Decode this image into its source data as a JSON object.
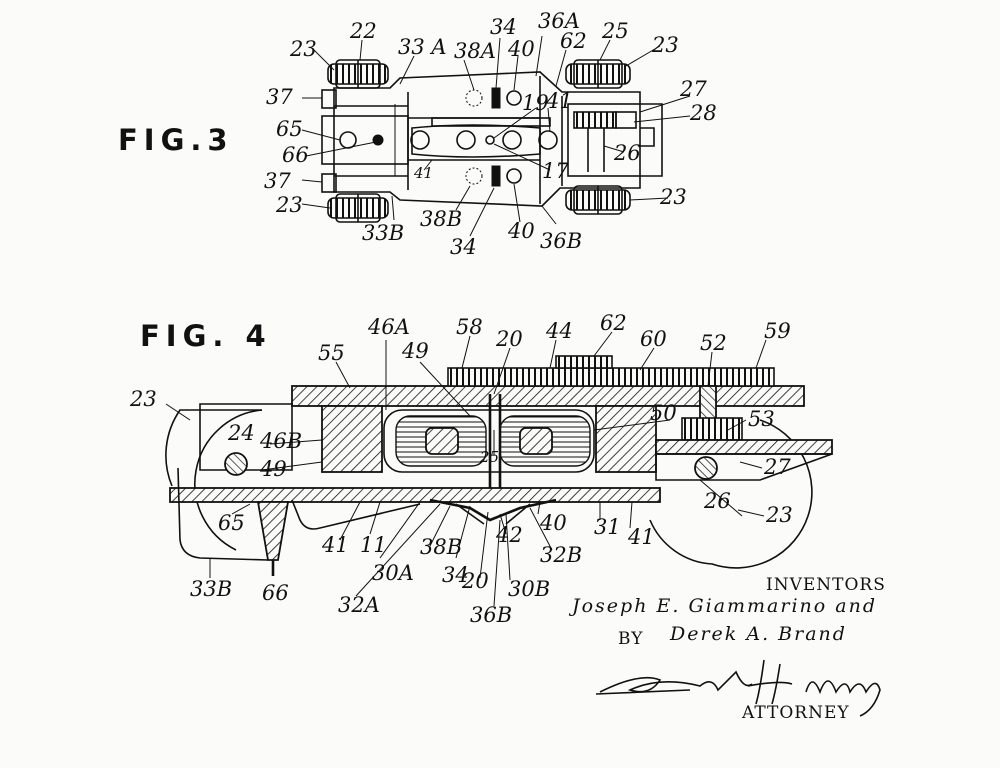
{
  "fig3": {
    "title": "FIG.3",
    "labels": {
      "l22": "22",
      "l23a": "23",
      "l33a": "33 A",
      "l38a": "38A",
      "l34a": "34",
      "l40a": "40",
      "l36a": "36A",
      "l62": "62",
      "l25": "25",
      "l23b": "23",
      "l37a": "37",
      "l27": "27",
      "l28": "28",
      "l65": "65",
      "l19": "19",
      "l41a": "41",
      "l66": "66",
      "l26": "26",
      "l17": "17",
      "l41b": "41",
      "l37b": "37",
      "l23c": "23",
      "l23d": "23",
      "l33b": "33B",
      "l38b": "38B",
      "l34b": "34",
      "l40b": "40",
      "l36b": "36B"
    }
  },
  "fig4": {
    "title": "FIG. 4",
    "labels": {
      "l55": "55",
      "l46a": "46A",
      "l49a": "49",
      "l58": "58",
      "l20a": "20",
      "l44": "44",
      "l62": "62",
      "l60": "60",
      "l52": "52",
      "l59": "59",
      "l23a": "23",
      "l24": "24",
      "l46b": "46B",
      "l49b": "49",
      "l25": "25",
      "l50": "50",
      "l53": "53",
      "l27": "27",
      "l26": "26",
      "l23b": "23",
      "l65": "65",
      "l41a": "41",
      "l11": "11",
      "l30a": "30A",
      "l38b": "38B",
      "l34": "34",
      "l20b": "20",
      "l42": "42",
      "l40": "40",
      "l31": "31",
      "l41b": "41",
      "l32b": "32B",
      "l30b": "30B",
      "l33b": "33B",
      "l66": "66",
      "l32a": "32A",
      "l36b": "36B"
    }
  },
  "credits": {
    "inventors_heading": "INVENTORS",
    "inventor_names": "Joseph E. Giammarino and",
    "by": "BY",
    "second_inventor": "Derek A. Brand",
    "attorney_label": "ATTORNEY"
  }
}
